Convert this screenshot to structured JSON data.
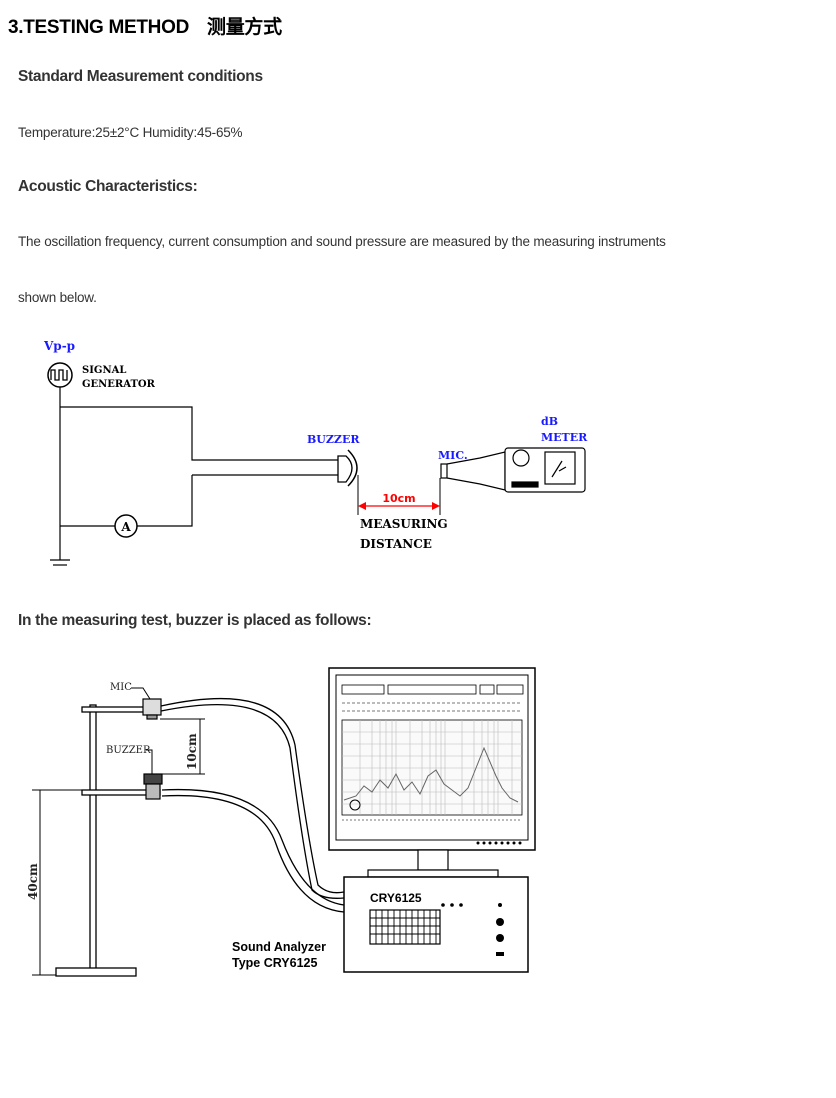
{
  "title": {
    "en": "3.TESTING METHOD",
    "cn": "测量方式"
  },
  "standard": {
    "heading": "Standard Measurement conditions",
    "text": "Temperature:25±2°C   Humidity:45-65%"
  },
  "acoustic": {
    "heading": "Acoustic Characteristics:",
    "line1": "The oscillation frequency, current consumption and sound pressure are measured by the measuring instruments",
    "line2": "shown below."
  },
  "diagram1": {
    "vpp": "Vp-p",
    "signal": "SIGNAL",
    "generator": "GENERATOR",
    "buzzer": "BUZZER",
    "mic": "MIC.",
    "db": "dB",
    "meter": "METER",
    "distance": "10cm",
    "measuring": "MEASURING",
    "distance_label": "DISTANCE",
    "ammeter": "A",
    "colors": {
      "blue_label": "#1a1aff",
      "red_label": "#ff0000"
    }
  },
  "placement": {
    "heading": "In the measuring test, buzzer is placed as follows:"
  },
  "diagram2": {
    "mic": "MIC",
    "buzzer": "BUZZER",
    "gap": "10cm",
    "height": "40cm",
    "device": "CRY6125",
    "analyzer_line1": "Sound Analyzer",
    "analyzer_line2": "Type CRY6125"
  }
}
